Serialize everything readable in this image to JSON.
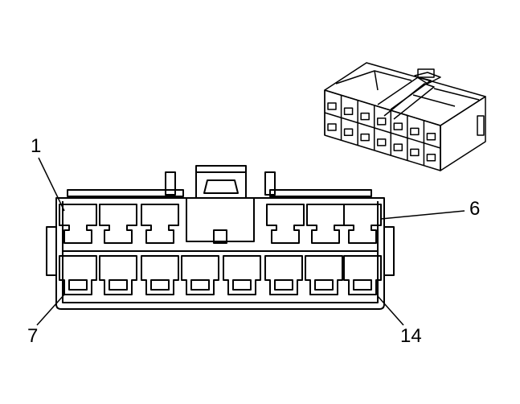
{
  "labels": {
    "pin_first_top": "1",
    "pin_last_top": "6",
    "pin_first_bottom": "7",
    "pin_last_bottom": "14"
  },
  "colors": {
    "line": "#000000",
    "background": "#ffffff"
  }
}
